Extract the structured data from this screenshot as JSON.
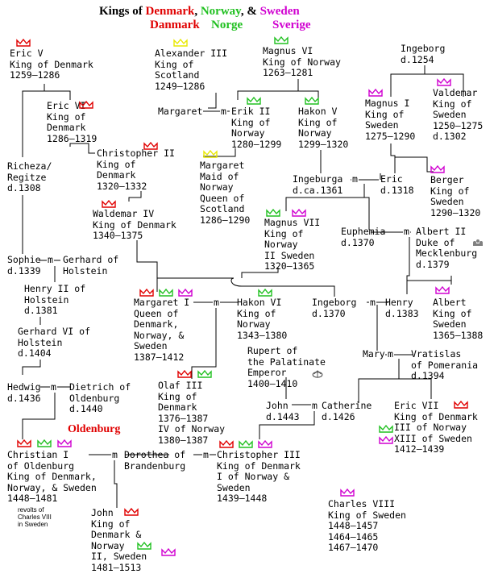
{
  "title": {
    "prefix": "Kings of",
    "denmark": "Denmark",
    "comma": ",",
    "norway": "Norway",
    "amp": ", &",
    "sweden": "Sweden",
    "danmark": "Danmark",
    "norge": "Norge",
    "sverige": "Sverige"
  },
  "colors": {
    "denmark": "#e00000",
    "norway": "#20c020",
    "sweden": "#d000d0",
    "scotland": "#e8e800",
    "empire": "#606060",
    "mecklenburg": "#808080"
  },
  "marriage_mark": "m",
  "dynasty_label": "Oldenburg",
  "note": [
    "revolts of",
    "Charles VIII",
    "in Sweden"
  ],
  "people": {
    "eric_v": [
      "Eric V",
      "King of Denmark",
      "1259–1286"
    ],
    "alexander": [
      "Alexander III",
      "King of",
      "Scotland",
      "1249–1286"
    ],
    "magnus_vi": [
      "Magnus VI",
      "King of Norway",
      "1263–1281"
    ],
    "ingeborg_1254": [
      "Ingeborg",
      "d.1254"
    ],
    "eric_vi": [
      "Eric VI",
      "King of",
      "Denmark",
      "1286–1319"
    ],
    "margaret_scot": [
      "Margaret"
    ],
    "erik_ii": [
      "Erik II",
      "King of",
      "Norway",
      "1280–1299"
    ],
    "hakon_v": [
      "Hakon V",
      "King of",
      "Norway",
      "1299–1320"
    ],
    "magnus_i": [
      "Magnus I",
      "King of",
      "Sweden",
      "1275–1290"
    ],
    "valdemar": [
      "Valdemar",
      "King of",
      "Sweden",
      "1250–1275",
      "d.1302"
    ],
    "richeza": [
      "Richeza/",
      "Regitze",
      "d.1308"
    ],
    "christopher_ii": [
      "Christopher II",
      "King of",
      "Denmark",
      "1320–1332"
    ],
    "maid": [
      "Margaret",
      "Maid of",
      "Norway",
      "Queen of",
      "Scotland",
      "1286–1290"
    ],
    "ingeburga": [
      "Ingeburga"
    ],
    "ingeburga_d": [
      "d.ca.1361"
    ],
    "eric_1318": [
      "Eric",
      "d.1318"
    ],
    "berger": [
      "Berger",
      "King of",
      "Sweden",
      "1290–1320"
    ],
    "waldemar_iv": [
      "Waldemar IV",
      "King of Denmark",
      "1340–1375"
    ],
    "magnus_vii": [
      "Magnus VII",
      "King of",
      "Norway",
      "II Sweden",
      "1320–1365"
    ],
    "euphemia": [
      "Euphemia",
      "d.1370"
    ],
    "albert_ii": [
      "Albert II",
      "Duke of",
      "Mecklenburg",
      "d.1379"
    ],
    "sophie": [
      "Sophie",
      "d.1339"
    ],
    "gerhard_holstein": [
      "Gerhard of",
      "Holstein"
    ],
    "henry_ii": [
      "Henry II of",
      "Holstein",
      "d.1381"
    ],
    "margaret_i": [
      "Margaret I",
      "Queen of",
      "Denmark,",
      "Norway, &",
      "Sweden",
      "1387–1412"
    ],
    "hakon_vi": [
      "Hakon VI",
      "King of",
      "Norway",
      "1343–1380"
    ],
    "ingeborg_1370": [
      "Ingeborg",
      "d.1370"
    ],
    "henry_1383": [
      "Henry",
      "d.1383"
    ],
    "albert_sweden": [
      "Albert",
      "King of",
      "Sweden",
      "1365–1388"
    ],
    "gerhard_vi": [
      "Gerhard VI of",
      "Holstein",
      "d.1404"
    ],
    "rupert": [
      "Rupert of",
      "the Palatinate",
      "Emperor",
      "1400–1410"
    ],
    "mary": [
      "Mary"
    ],
    "vratislas": [
      "Vratislas",
      "of Pomerania",
      "d.1394"
    ],
    "hedwig": [
      "Hedwig",
      "d.1436"
    ],
    "dietrich": [
      "Dietrich of",
      "Oldenburg",
      "d.1440"
    ],
    "olaf_iii": [
      "Olaf III",
      "King of",
      "Denmark",
      "1376–1387",
      "IV of Norway",
      "1380–1387"
    ],
    "john_1443": [
      "John",
      "d.1443"
    ],
    "catherine": [
      "Catherine",
      "d.1426"
    ],
    "eric_vii": [
      "Eric VII",
      "King of Denmark",
      "III of Norway",
      "XIII of Sweden",
      "1412–1439"
    ],
    "christian_i": [
      "Christian I",
      "of Oldenburg",
      "King of Denmark,",
      "Norway, & Sweden",
      "1448–1481"
    ],
    "dorothea": [
      "Dorothea of",
      "Brandenburg"
    ],
    "christopher_iii": [
      "Christopher III",
      "King of Denmark",
      "I of Norway &",
      "Sweden",
      "1439–1448"
    ],
    "john_king": [
      "John",
      "King of",
      "Denmark &",
      "Norway",
      "II, Sweden",
      "1481–1513"
    ],
    "charles_viii": [
      "Charles VIII",
      "King of Sweden",
      "1448–1457",
      "1464–1465",
      "1467–1470"
    ]
  }
}
